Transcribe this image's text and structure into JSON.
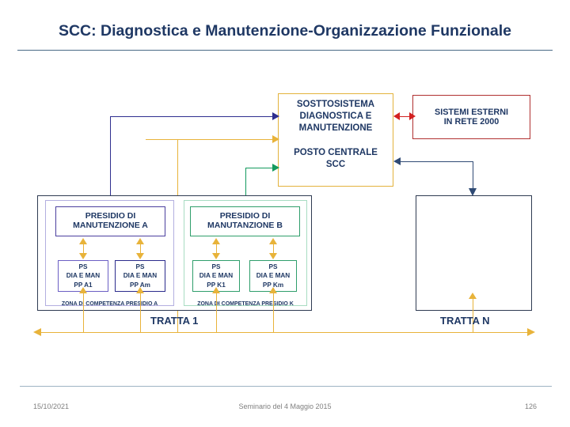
{
  "slide": {
    "title": "SCC: Diagnostica e Manutenzione-Organizzazione Funzionale",
    "accent_navy": "#1F3864",
    "accent_gold": "#E8B33A",
    "accent_green": "#139A5E",
    "accent_red": "#B03030",
    "accent_indigo": "#2E2E8F"
  },
  "diagram": {
    "subsystem_box": {
      "line1": "SOSTTOSISTEMA",
      "line2": "DIAGNOSTICA E",
      "line3": "MANUTENZIONE",
      "line4": "POSTO CENTRALE",
      "line5": "SCC",
      "border_color": "#E3B23C"
    },
    "external_box": {
      "line1": "SISTEMI ESTERNI",
      "line2": "IN RETE 2000",
      "border_color": "#B03030"
    },
    "presidio_a": {
      "line1": "PRESIDIO DI",
      "line2": "MANUTENZIONE A",
      "border_color": "#4B3F9E"
    },
    "presidio_b": {
      "line1": "PRESIDIO DI",
      "line2": "MANUTANZIONE B",
      "border_color": "#2F9E6B"
    },
    "ps_boxes": [
      {
        "line1": "PS",
        "line2": "DIA E MAN",
        "line3": "PP A1"
      },
      {
        "line1": "PS",
        "line2": "DIA E MAN",
        "line3": "PP Am"
      },
      {
        "line1": "PS",
        "line2": "DIA E MAN",
        "line3": "PP K1"
      },
      {
        "line1": "PS",
        "line2": "DIA E MAN",
        "line3": "PP Km"
      }
    ],
    "zone_labels": [
      "ZONA DI COMPETENZA PRESIDIO A",
      "ZONA DI COMPETENZA PRESIDIO K"
    ],
    "tratta_labels": [
      "TRATTA 1",
      "TRATTA N"
    ],
    "empty_box_n": ""
  },
  "footer": {
    "date": "15/10/2021",
    "center": "Seminario del 4 Maggio 2015",
    "page": "126"
  }
}
